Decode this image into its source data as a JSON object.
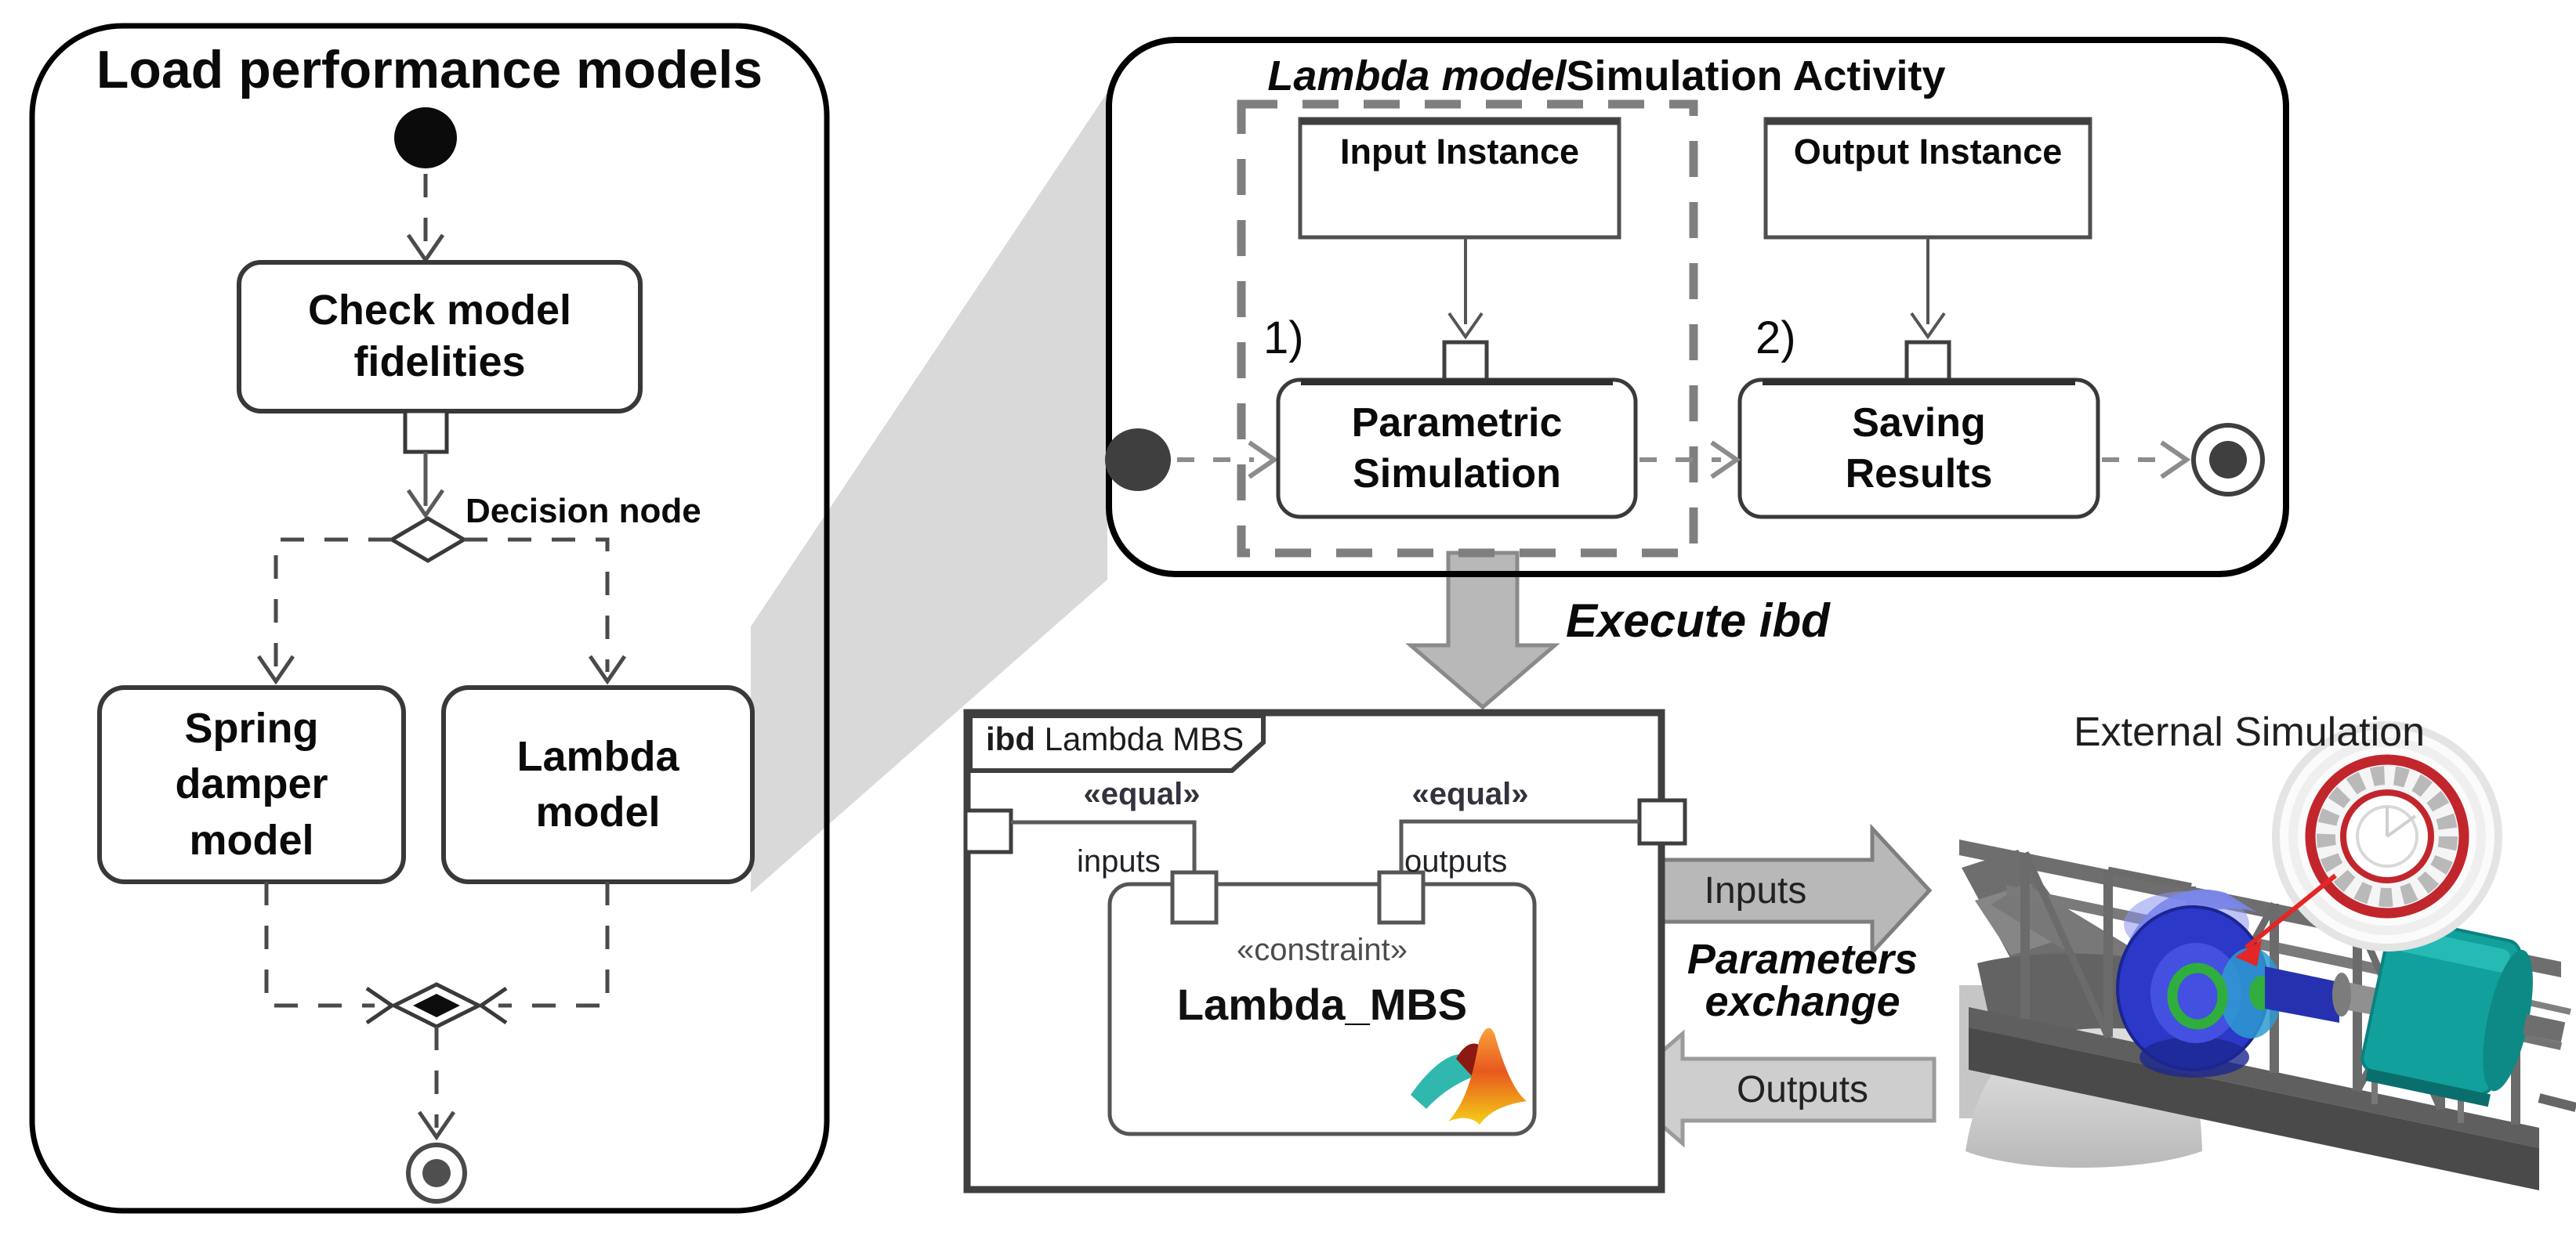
{
  "left_panel": {
    "title": "Load performance models",
    "check_label": "Check model\nfidelities",
    "decision_label": "Decision node",
    "spring_label": "Spring\ndamper\nmodel",
    "lambda_label": "Lambda\nmodel"
  },
  "activity_panel": {
    "title_italic": "Lambda model",
    "title_rest": " Simulation Activity",
    "input_instance": "Input Instance",
    "output_instance": "Output Instance",
    "step1": "1)",
    "step2": "2)",
    "parametric_label": "Parametric\nSimulation",
    "saving_label": "Saving\nResults"
  },
  "execute_label": "Execute ibd",
  "ibd_frame": {
    "tag": "ibd",
    "name": " Lambda MBS",
    "equal_left": "«equal»",
    "equal_right": "«equal»",
    "inputs_label": "inputs",
    "outputs_label": "outputs",
    "constraint_stereotype": "«constraint»",
    "constraint_name": "Lambda_MBS"
  },
  "exchange": {
    "inputs_arrow_label": "Inputs",
    "outputs_arrow_label": "Outputs",
    "parameters_label": "Parameters\nexchange",
    "external_title": "External Simulation"
  },
  "colors": {
    "beam_gray": "#d9d9d9",
    "fat_arrow_gray": "#b8b8b8",
    "outputs_arrow_gray": "#cecece",
    "dashed_gray": "#8c8c8c",
    "panel_border": "#000000",
    "action_border": "#3a3a3a",
    "gearbox_blue": "#2c38c8",
    "accent_green": "#2fae3e",
    "motor_teal": "#12a09c",
    "bearing_red": "#c2262d",
    "matlab_orange": "#e8581f",
    "matlab_teal": "#31b8ae"
  }
}
